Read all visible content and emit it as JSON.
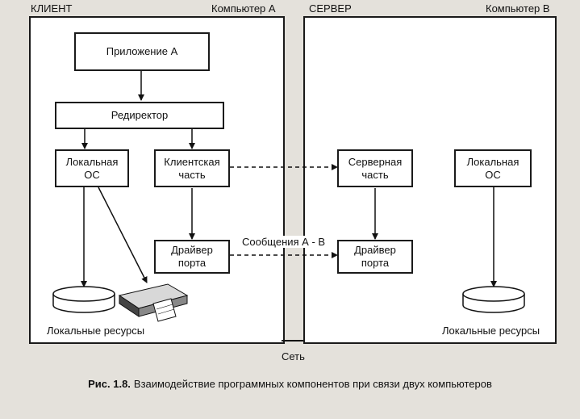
{
  "labels": {
    "client": "КЛИЕНТ",
    "computer_a": "Компьютер А",
    "server": "СЕРВЕР",
    "computer_b": "Компьютер В",
    "network": "Сеть",
    "messages": "Сообщения А - В"
  },
  "boxes": {
    "app_a": "Приложение А",
    "redirector": "Редиректор",
    "local_os_a_1": "Локальная",
    "local_os_a_2": "ОС",
    "client_part_1": "Клиентская",
    "client_part_2": "часть",
    "driver_a_1": "Драйвер",
    "driver_a_2": "порта",
    "server_part_1": "Серверная",
    "server_part_2": "часть",
    "local_os_b_1": "Локальная",
    "local_os_b_2": "ОС",
    "driver_b_1": "Драйвер",
    "driver_b_2": "порта"
  },
  "resources": {
    "local_a": "Локальные ресурсы",
    "local_b": "Локальные ресурсы"
  },
  "caption": {
    "number": "Рис. 1.8.",
    "text": "Взаимодействие программных компонентов при связи двух компьютеров"
  }
}
